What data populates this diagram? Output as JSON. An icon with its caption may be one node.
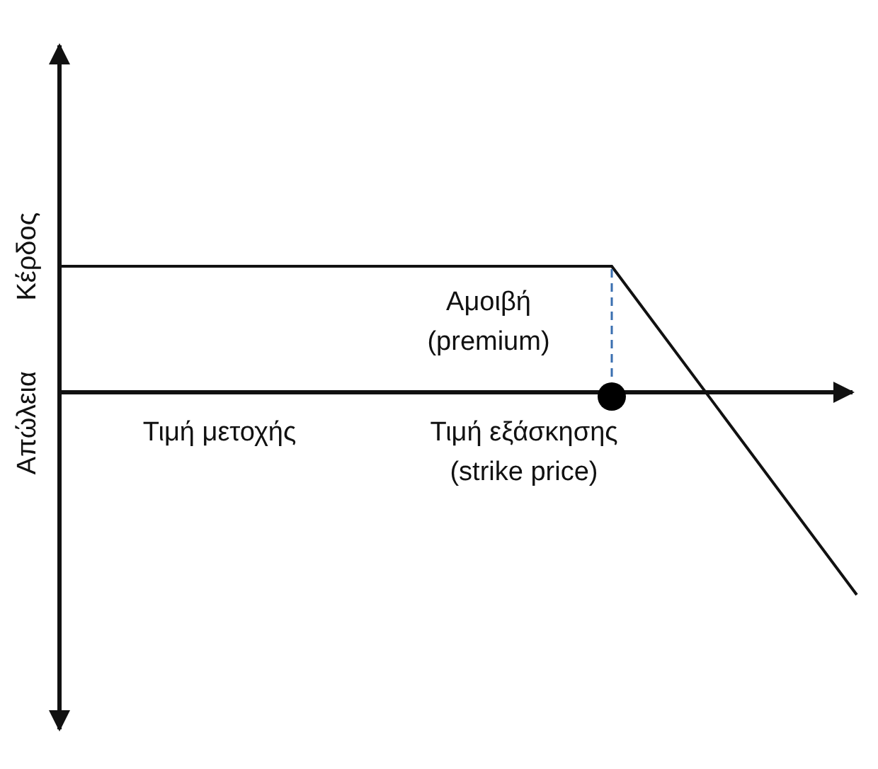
{
  "diagram": {
    "labels": [
      "Κέρδος",
      "Απώλεια",
      "Αμοιβή (premium)",
      "Τιμή μετοχής",
      "Τιμή εξάσκησης (strike price)"
    ]
  }
}
